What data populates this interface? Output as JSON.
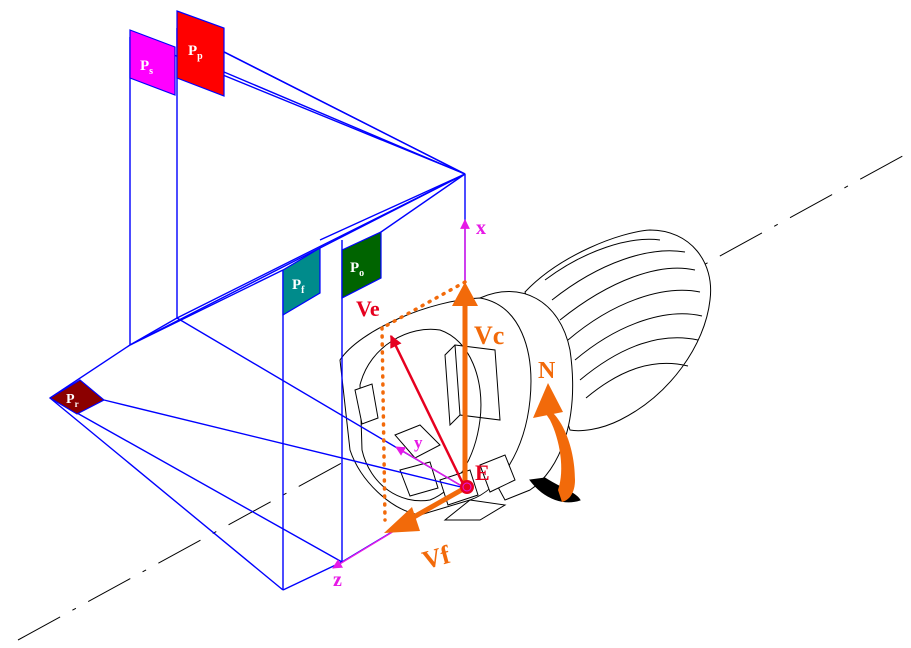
{
  "colors": {
    "plane_lines": "#0000ff",
    "axis": "#e619e6",
    "velocity": "#f26a0a",
    "ve_vector": "#e6001f",
    "tool": "#000000",
    "ps_fill": "#ff00ff",
    "pp_fill": "#ff0000",
    "pf_fill": "#008b8b",
    "po_fill": "#006400",
    "pr_fill": "#8b0000"
  },
  "planes": {
    "ps": {
      "main": "P",
      "sub": "s"
    },
    "pp": {
      "main": "P",
      "sub": "p"
    },
    "pf": {
      "main": "P",
      "sub": "f"
    },
    "po": {
      "main": "P",
      "sub": "o"
    },
    "pr": {
      "main": "P",
      "sub": "r"
    }
  },
  "axes": {
    "x": "x",
    "y": "y",
    "z": "z"
  },
  "vectors": {
    "ve": "Ve",
    "vc": "Vc",
    "vf": "Vf"
  },
  "labels": {
    "rotation": "N",
    "point": "E"
  }
}
